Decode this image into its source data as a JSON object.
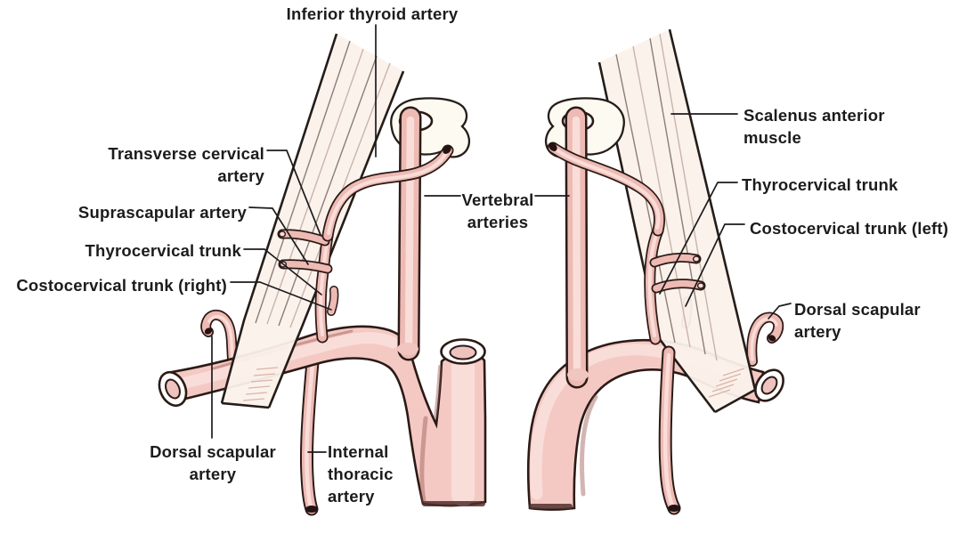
{
  "labels": {
    "inferior_thyroid_artery": "Inferior thyroid artery",
    "transverse_cervical_artery": {
      "line1": "Transverse cervical",
      "line2": "artery"
    },
    "suprascapular_artery": "Suprascapular artery",
    "thyrocervical_trunk_left_view": "Thyrocervical trunk",
    "costocervical_trunk_right": "Costocervical trunk (right)",
    "dorsal_scapular_artery_left_view": {
      "line1": "Dorsal scapular",
      "line2": "artery"
    },
    "internal_thoracic_artery": {
      "line1": "Internal",
      "line2": "thoracic",
      "line3": "artery"
    },
    "vertebral_arteries": {
      "line1": "Vertebral",
      "line2": "arteries"
    },
    "scalenus_anterior_muscle": {
      "line1": "Scalenus anterior",
      "line2": "muscle"
    },
    "thyrocervical_trunk_right_view": "Thyrocervical trunk",
    "costocervical_trunk_left": "Costocervical trunk (left)",
    "dorsal_scapular_artery_right_view": {
      "line1": "Dorsal scapular",
      "line2": "artery"
    }
  },
  "colors": {
    "background": "#ffffff",
    "artery_fill": "#f4c9c4",
    "artery_highlight": "#f9ddd9",
    "artery_shade": "#9b5b55",
    "outline": "#2b1a16",
    "muscle_fill": "#fbf1eb",
    "bone_fill": "#fdfaf1",
    "label_text": "#1c1c1c"
  }
}
